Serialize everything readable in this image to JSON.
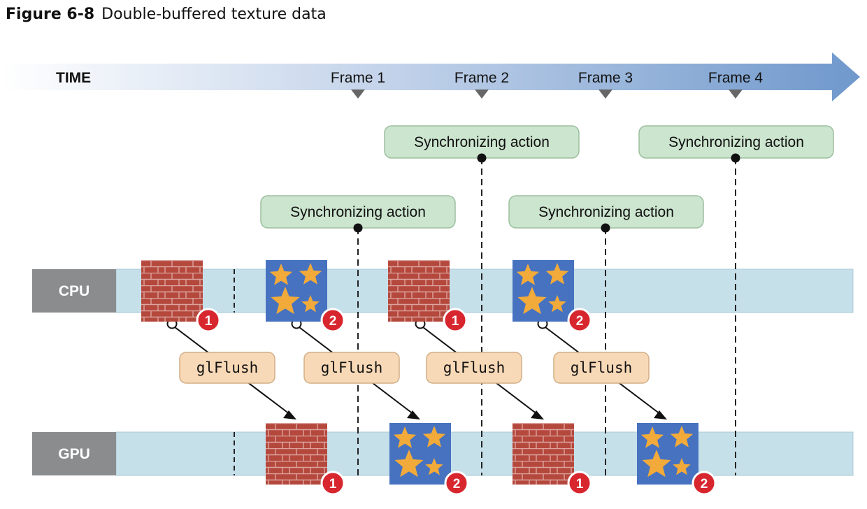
{
  "figure": {
    "number": "Figure 6-8",
    "title": "Double-buffered texture data"
  },
  "timeline": {
    "label": "TIME",
    "frames": [
      "Frame 1",
      "Frame 2",
      "Frame 3",
      "Frame 4"
    ]
  },
  "sync_actions": [
    "Synchronizing action",
    "Synchronizing action",
    "Synchronizing action",
    "Synchronizing action"
  ],
  "tracks": {
    "cpu": "CPU",
    "gpu": "GPU"
  },
  "flush_label": "glFlush",
  "cpu_textures": [
    {
      "texture": "brick",
      "badge": "1"
    },
    {
      "texture": "stars",
      "badge": "2"
    },
    {
      "texture": "brick",
      "badge": "1"
    },
    {
      "texture": "stars",
      "badge": "2"
    }
  ],
  "gpu_textures": [
    {
      "texture": "brick",
      "badge": "1"
    },
    {
      "texture": "stars",
      "badge": "2"
    },
    {
      "texture": "brick",
      "badge": "1"
    },
    {
      "texture": "stars",
      "badge": "2"
    }
  ],
  "colors": {
    "time_arrow": "#6f98cc",
    "track": "#c6e0ea",
    "track_label_bg": "#8b8c8e",
    "sync_box": "#cce5cf",
    "flush_box": "#f8d9b7",
    "badge": "#d8262e",
    "brick": "#b5483d",
    "stars_bg": "#4672c0",
    "star": "#f2aa3a"
  }
}
